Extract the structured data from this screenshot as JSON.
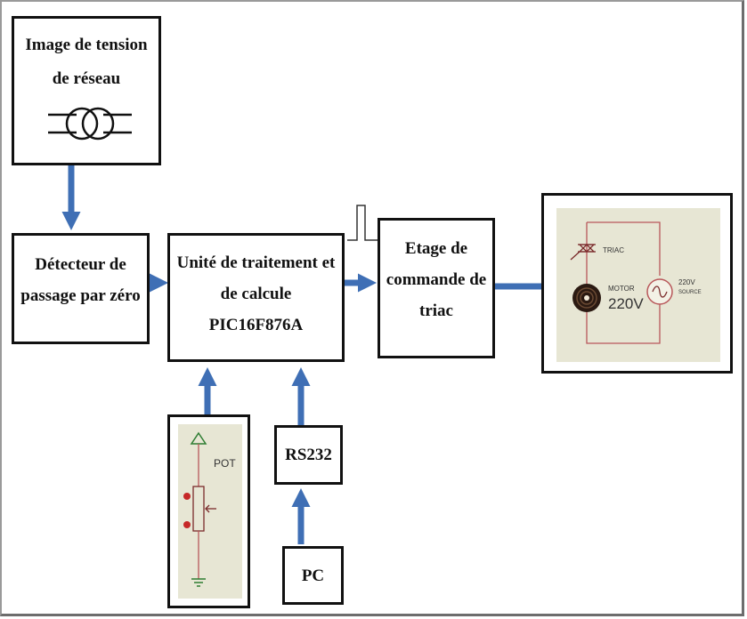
{
  "blocks": {
    "reseau": {
      "line1": "Image de tension",
      "line2": "de réseau"
    },
    "detecteur": {
      "line1": "Détecteur de",
      "line2": "passage par zéro"
    },
    "unite": {
      "line1": "Unité de traitement et",
      "line2": "de calcule",
      "line3": "PIC16F876A"
    },
    "etage": {
      "line1": "Etage de",
      "line2": "commande de",
      "line3": "triac"
    },
    "rs232": {
      "label": "RS232"
    },
    "pc": {
      "label": "PC"
    }
  },
  "pot_schematic": {
    "label": "POT"
  },
  "triac_schematic": {
    "triac_label": "TRIAC",
    "motor_label": "MOTOR",
    "motor_voltage": "220V",
    "source_voltage": "220V",
    "source_label": "SOURCE"
  },
  "colors": {
    "arrow": "#3f6fb5",
    "wire": "#c0504d",
    "schematic_bg": "#e7e6d4",
    "box_border": "#111111"
  }
}
